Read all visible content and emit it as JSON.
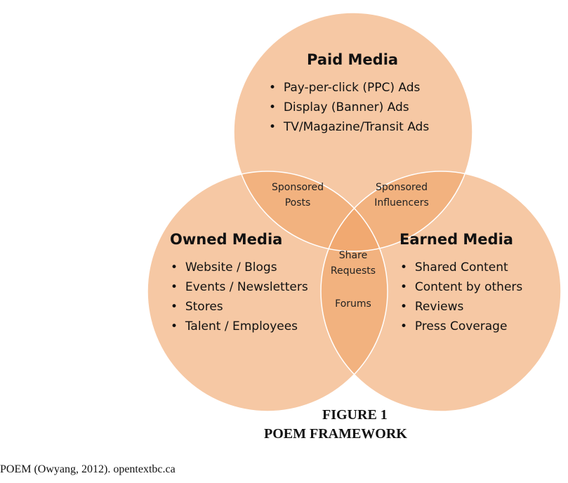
{
  "paid": {
    "title": "Paid Media",
    "items": [
      "Pay-per-click (PPC) Ads",
      "Display (Banner) Ads",
      "TV/Magazine/Transit Ads"
    ]
  },
  "owned": {
    "title": "Owned Media",
    "items": [
      "Website / Blogs",
      "Events / Newsletters",
      "Stores",
      "Talent / Employees"
    ]
  },
  "earned": {
    "title": "Earned Media",
    "items": [
      "Shared Content",
      "Content by others",
      "Reviews",
      "Press Coverage"
    ]
  },
  "overlaps": {
    "paid_owned": [
      "Sponsored",
      "Posts"
    ],
    "paid_earned": [
      "Sponsored",
      "Influencers"
    ],
    "owned_earned": [
      "Share",
      "Requests",
      "Forums"
    ]
  },
  "caption": {
    "line1": "FIGURE 1",
    "line2": "POEM FRAMEWORK"
  },
  "source": "POEM (Owyang, 2012). opentextbc.ca",
  "colors": {
    "circle_fill": "#f0a468",
    "stroke": "#ffffff"
  }
}
